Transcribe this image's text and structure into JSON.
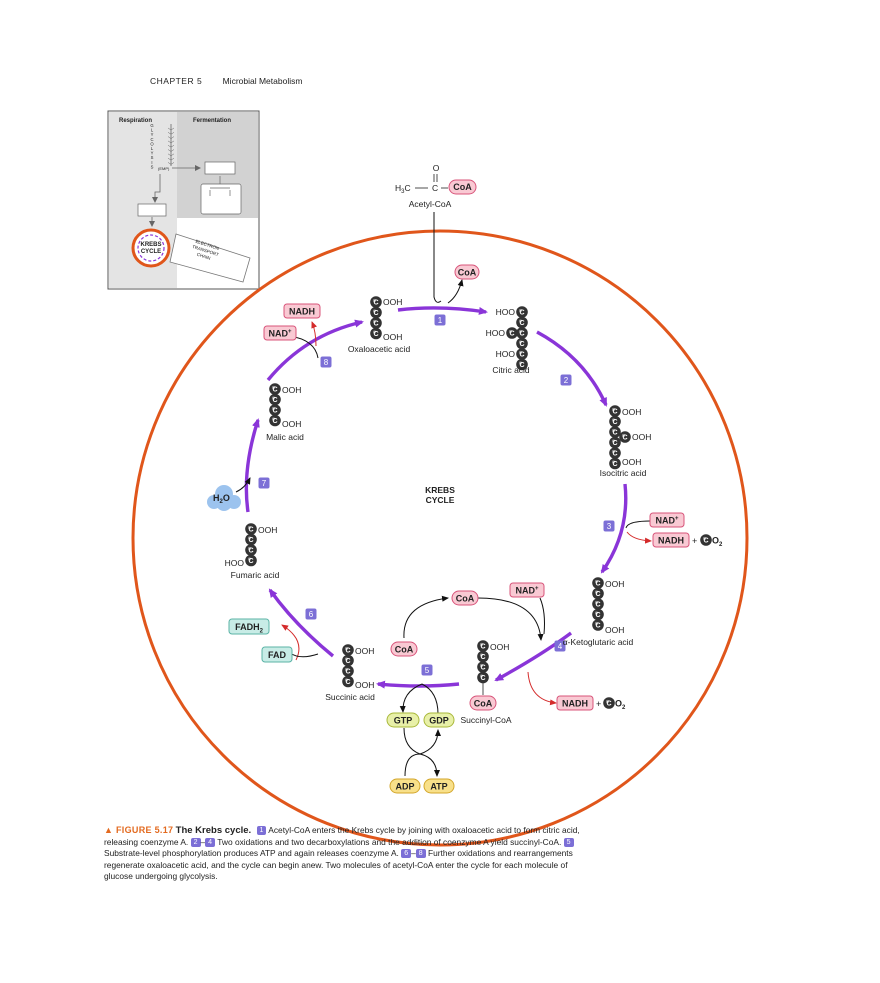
{
  "header": {
    "chapter": "CHAPTER 5",
    "title": "Microbial Metabolism"
  },
  "inset": {
    "respiration": "Respiration",
    "fermentation": "Fermentation",
    "glycolysis_letters": [
      "G",
      "L",
      "Y",
      "C",
      "O",
      "L",
      "Y",
      "S",
      "I",
      "S"
    ],
    "embp": "(EMP)",
    "krebs_line1": "KREBS",
    "krebs_line2": "CYCLE",
    "etc_line1": "ELECTRON",
    "etc_line2": "TRANSPORT",
    "etc_line3": "CHAIN"
  },
  "center": {
    "line1": "KREBS",
    "line2": "CYCLE"
  },
  "acetyl": {
    "o": "O",
    "h3c": "H",
    "sub3": "3",
    "c": "C",
    "coa": "CoA",
    "label": "Acetyl-CoA"
  },
  "compounds": {
    "oxaloacetic": {
      "label": "Oxaloacetic acid",
      "top": "OOH",
      "bottom": "OOH"
    },
    "citric": {
      "label": "Citric acid",
      "top": "HOO",
      "mid": "HOO",
      "bottom": "HOO"
    },
    "isocitric": {
      "label": "Isocitric acid",
      "top": "OOH",
      "mid": "OOH",
      "bottom": "OOH"
    },
    "ketoglutaric": {
      "label": "α-Ketoglutaric acid",
      "top": "OOH",
      "bottom": "OOH"
    },
    "succinylcoa": {
      "label": "Succinyl-CoA",
      "top": "OOH",
      "coa": "CoA"
    },
    "succinic": {
      "label": "Succinic acid",
      "top": "OOH",
      "bottom": "OOH"
    },
    "fumaric": {
      "label": "Fumaric acid",
      "top": "OOH",
      "bottom": "HOO"
    },
    "malic": {
      "label": "Malic acid",
      "top": "OOH",
      "bottom": "OOH"
    }
  },
  "carbon_symbol": "C",
  "chips": {
    "nadh_top": "NADH",
    "nad_top": "NAD",
    "coa_top": "CoA",
    "nad_step3": "NAD",
    "nadh_step3": "NADH",
    "nad_step4": "NAD",
    "nadh_step4": "NADH",
    "coa_step4": "CoA",
    "coa_step5": "CoA",
    "gtp": "GTP",
    "gdp": "GDP",
    "adp": "ADP",
    "atp": "ATP",
    "fadh2": "FADH",
    "fadh2_sub": "2",
    "fad": "FAD",
    "water_h": "H",
    "water_sub": "2",
    "water_o": "O"
  },
  "plus": "+",
  "co2": {
    "o": "O",
    "sub": "2"
  },
  "superscript_plus": "+",
  "steps": [
    "1",
    "2",
    "3",
    "4",
    "5",
    "6",
    "7",
    "8"
  ],
  "colors": {
    "cycle_arrow": "#8a35d8",
    "outer_circle": "#e0561b",
    "nad_fill": "#f9c9d3",
    "nad_stroke": "#d8547a",
    "fad_fill": "#c8ece6",
    "fad_stroke": "#5bb3a6",
    "gtp_fill": "#e8f0a8",
    "gtp_stroke": "#a9b83a",
    "atp_fill": "#f8e08a",
    "atp_stroke": "#d3a62a",
    "step_badge": "#7c6fd6",
    "red_arrow": "#d42b2b",
    "carbon": "#333333",
    "water": "#9cc3ee"
  },
  "caption": {
    "fig": "▲ FIGURE 5.17",
    "title": "The Krebs cycle.",
    "s1": "1",
    "p1": " Acetyl-CoA enters the Krebs cycle by joining with oxaloacetic acid to form citric acid, releasing coenzyme A. ",
    "s2": "2",
    "dash1": "–",
    "s4": "4",
    "p2": " Two oxidations and two decarboxylations and the addition of coenzyme A yield succinyl-CoA. ",
    "s5": "5",
    "p3": " Substrate-level phosphorylation produces ATP and again releases coenzyme A. ",
    "s6": "6",
    "dash2": "–",
    "s8": "8",
    "p4": " Further oxidations and rearrangements regenerate oxaloacetic acid, and the cycle can begin anew. Two molecules of acetyl-CoA enter the cycle for each molecule of glucose undergoing glycolysis."
  }
}
